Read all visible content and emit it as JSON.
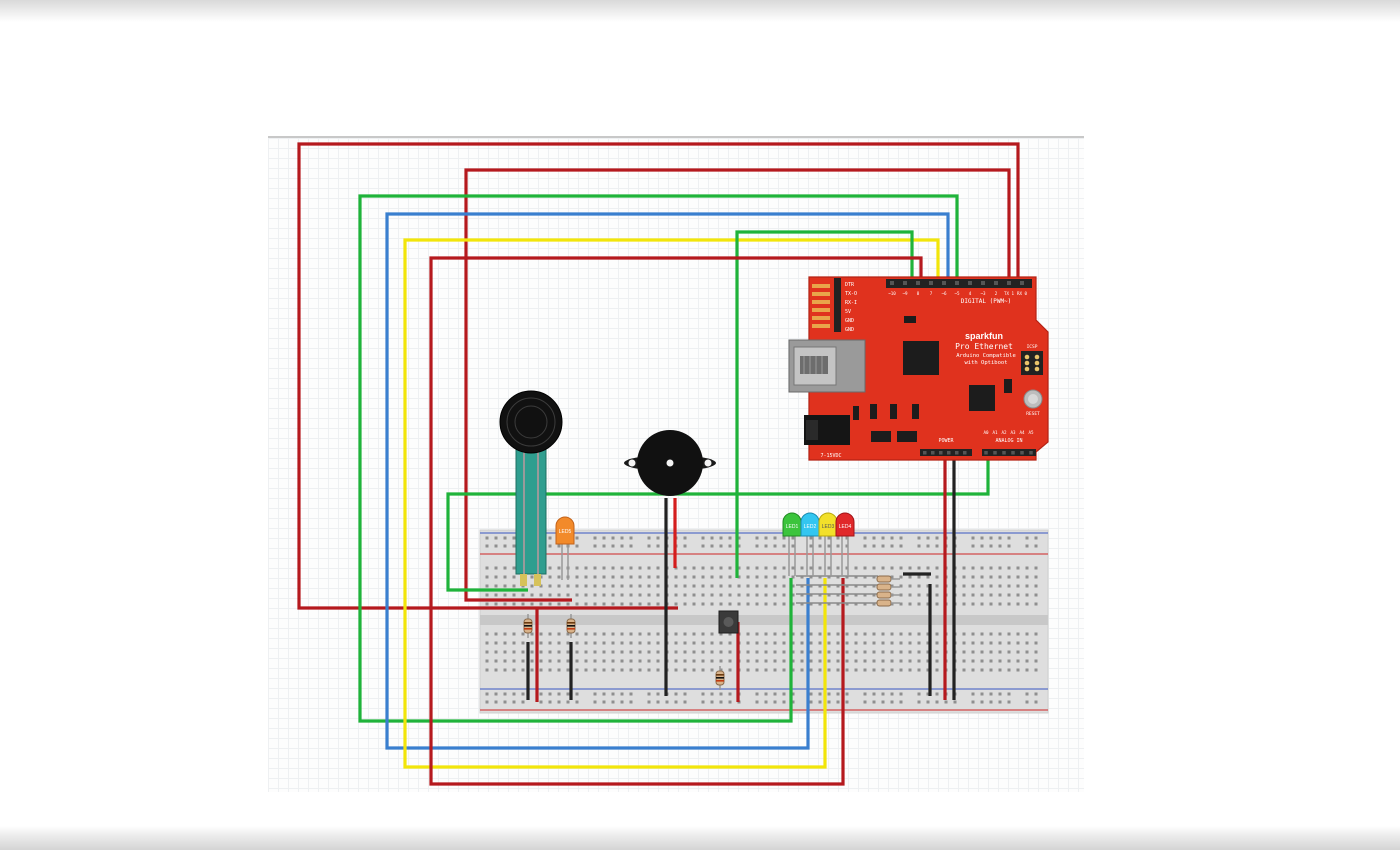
{
  "board": {
    "brand": "sparkfun",
    "model": "Pro Ethernet",
    "subtitle_line1": "Arduino Compatible",
    "subtitle_line2": "with Optiboot",
    "digital_header": "DIGITAL (PWM~)",
    "analog_header": "ANALOG IN",
    "power_header": "POWER",
    "reset_label": "RESET",
    "icsp_label": "ICSP",
    "vin_label": "7-15VDC",
    "ftdi_pins": [
      "DTR",
      "TX-O",
      "RX-I",
      "5V",
      "GND",
      "GND"
    ],
    "digital_pins": [
      "~10",
      "~9",
      "8",
      "7",
      "~6",
      "~5",
      "4",
      "~3",
      "2",
      "TX 1",
      "RX 0"
    ],
    "analog_pins": [
      "A0",
      "A1",
      "A2",
      "A3",
      "A4",
      "A5"
    ]
  },
  "components": {
    "leds": [
      "LED1",
      "LED2",
      "LED3",
      "LED4"
    ],
    "led_orange": "LED5"
  },
  "colors": {
    "wire_red": "#b5191e",
    "wire_green": "#1fb33a",
    "wire_blue": "#3a7fcf",
    "wire_yellow": "#f2e50a",
    "wire_black": "#222222",
    "board_red": "#e0321e",
    "breadboard": "#dadada"
  }
}
